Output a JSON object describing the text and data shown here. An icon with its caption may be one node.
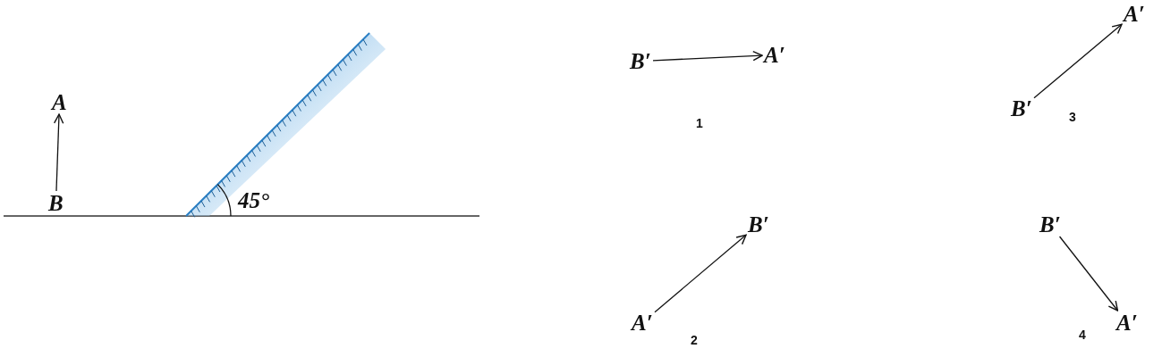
{
  "diagram": {
    "nodes": [
      {
        "text": [
          "A"
        ]
      },
      {
        "text": [
          "B"
        ]
      },
      {
        "text": [
          "B′"
        ]
      },
      {
        "text": [
          "A′"
        ]
      },
      {
        "text": [
          "A′"
        ]
      },
      {
        "text": [
          "B′"
        ]
      },
      {
        "text": [
          "B′"
        ]
      },
      {
        "text": [
          "A′"
        ]
      },
      {
        "text": [
          "B′"
        ]
      },
      {
        "text": [
          "A′"
        ]
      }
    ],
    "edges": [
      {
        "from": 1,
        "to": 0,
        "arrow": "to"
      },
      {
        "from": 2,
        "to": 3,
        "arrow": "to"
      },
      {
        "from": 5,
        "to": 4,
        "arrow": "to"
      },
      {
        "from": 7,
        "to": 6,
        "arrow": "to"
      },
      {
        "from": 8,
        "to": 9,
        "arrow": "to"
      }
    ],
    "labels": [
      "45°",
      "1",
      "3",
      "2",
      "4"
    ]
  }
}
